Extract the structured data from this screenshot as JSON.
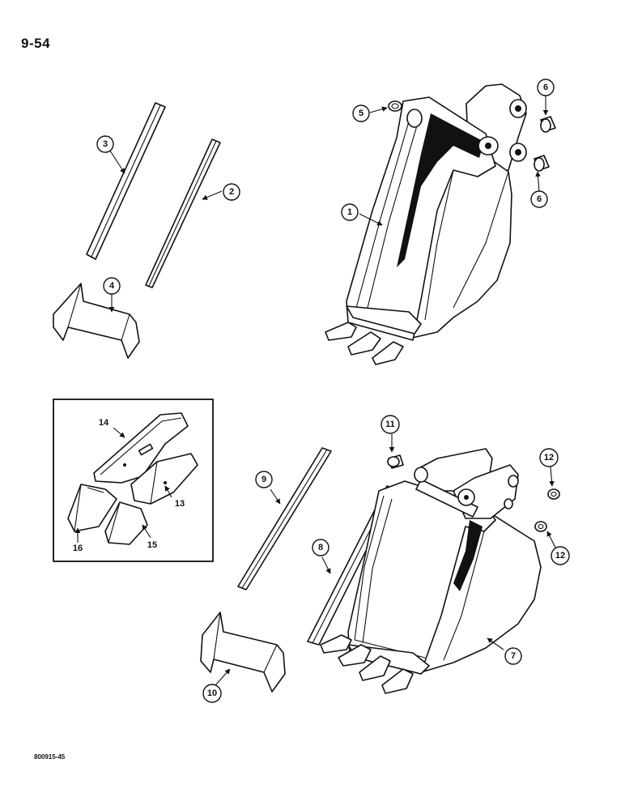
{
  "page": {
    "number": "9-54",
    "footer_code": "800915-45"
  },
  "callouts": {
    "c1": "1",
    "c2": "2",
    "c3": "3",
    "c4": "4",
    "c5": "5",
    "c6a": "6",
    "c6b": "6",
    "c7": "7",
    "c8": "8",
    "c9": "9",
    "c10": "10",
    "c11": "11",
    "c12a": "12",
    "c12b": "12"
  },
  "inset_labels": {
    "l13": "13",
    "l14": "14",
    "l15": "15",
    "l16": "16"
  }
}
